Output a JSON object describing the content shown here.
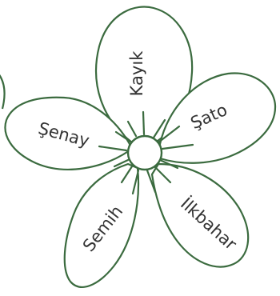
{
  "petal_words": {
    "top": "Kayık",
    "upper_right": "Şato",
    "lower_right": "İlkbahar",
    "lower_left": "Semih",
    "upper_left": "Şenay"
  },
  "colors": {
    "outline": "#3b6b3f",
    "text": "#333333",
    "background": "#ffffff"
  }
}
